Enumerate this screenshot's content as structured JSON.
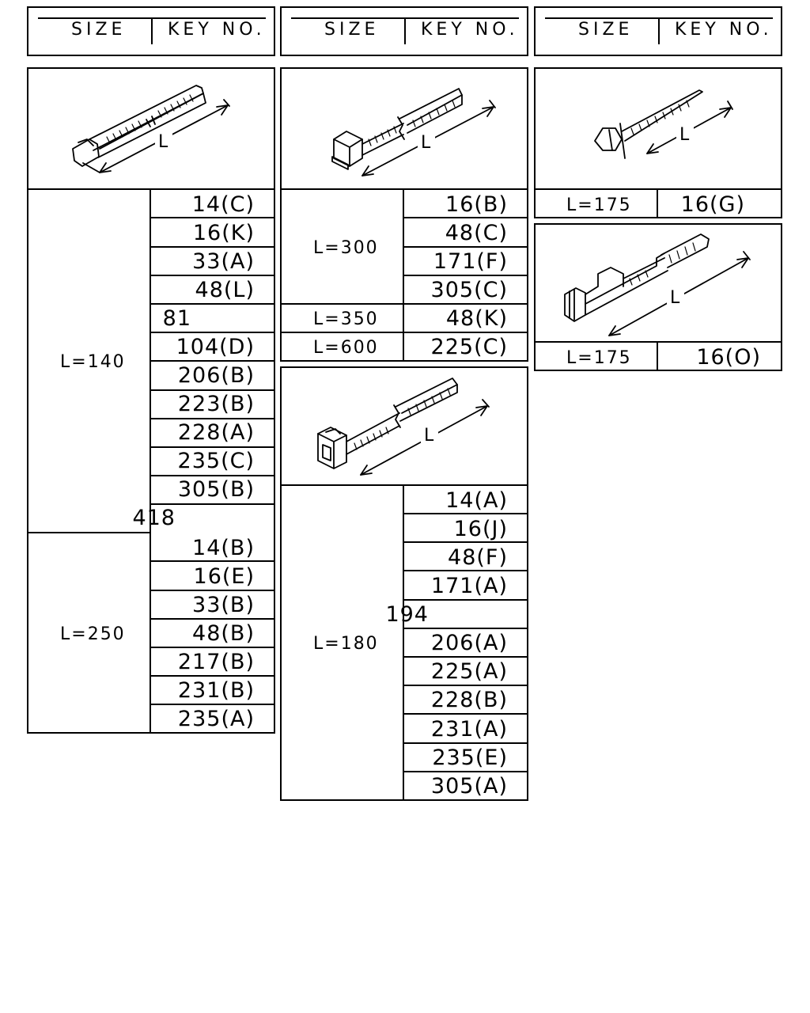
{
  "headers": {
    "size": "SIZE",
    "key_no": "KEY NO."
  },
  "col1": {
    "illustration_label": "L",
    "groups": [
      {
        "size": "L=140",
        "keys": [
          "14(C)",
          "16(K)",
          "33(A)",
          "48(L)",
          "81",
          "104(D)",
          "206(B)",
          "223(B)",
          "228(A)",
          "235(C)",
          "305(B)",
          "418"
        ]
      },
      {
        "size": "L=250",
        "keys": [
          "14(B)",
          "16(E)",
          "33(B)",
          "48(B)",
          "217(B)",
          "231(B)",
          "235(A)"
        ]
      }
    ]
  },
  "col2_top": {
    "illustration_label": "L",
    "groups": [
      {
        "size": "L=300",
        "keys": [
          "16(B)",
          "48(C)",
          "171(F)",
          "305(C)"
        ]
      },
      {
        "size": "L=350",
        "keys": [
          "48(K)"
        ]
      },
      {
        "size": "L=600",
        "keys": [
          "225(C)"
        ]
      }
    ]
  },
  "col2_bottom": {
    "illustration_label": "L",
    "groups": [
      {
        "size": "L=180",
        "keys": [
          "14(A)",
          "16(J)",
          "48(F)",
          "171(A)",
          "194",
          "206(A)",
          "225(A)",
          "228(B)",
          "231(A)",
          "235(E)",
          "305(A)"
        ]
      }
    ]
  },
  "col3_top": {
    "illustration_label": "L",
    "groups": [
      {
        "size": "L=175",
        "keys": [
          "16(G)"
        ]
      }
    ]
  },
  "col3_bottom": {
    "illustration_label": "L",
    "groups": [
      {
        "size": "L=175",
        "keys": [
          "16(O)"
        ]
      }
    ]
  }
}
